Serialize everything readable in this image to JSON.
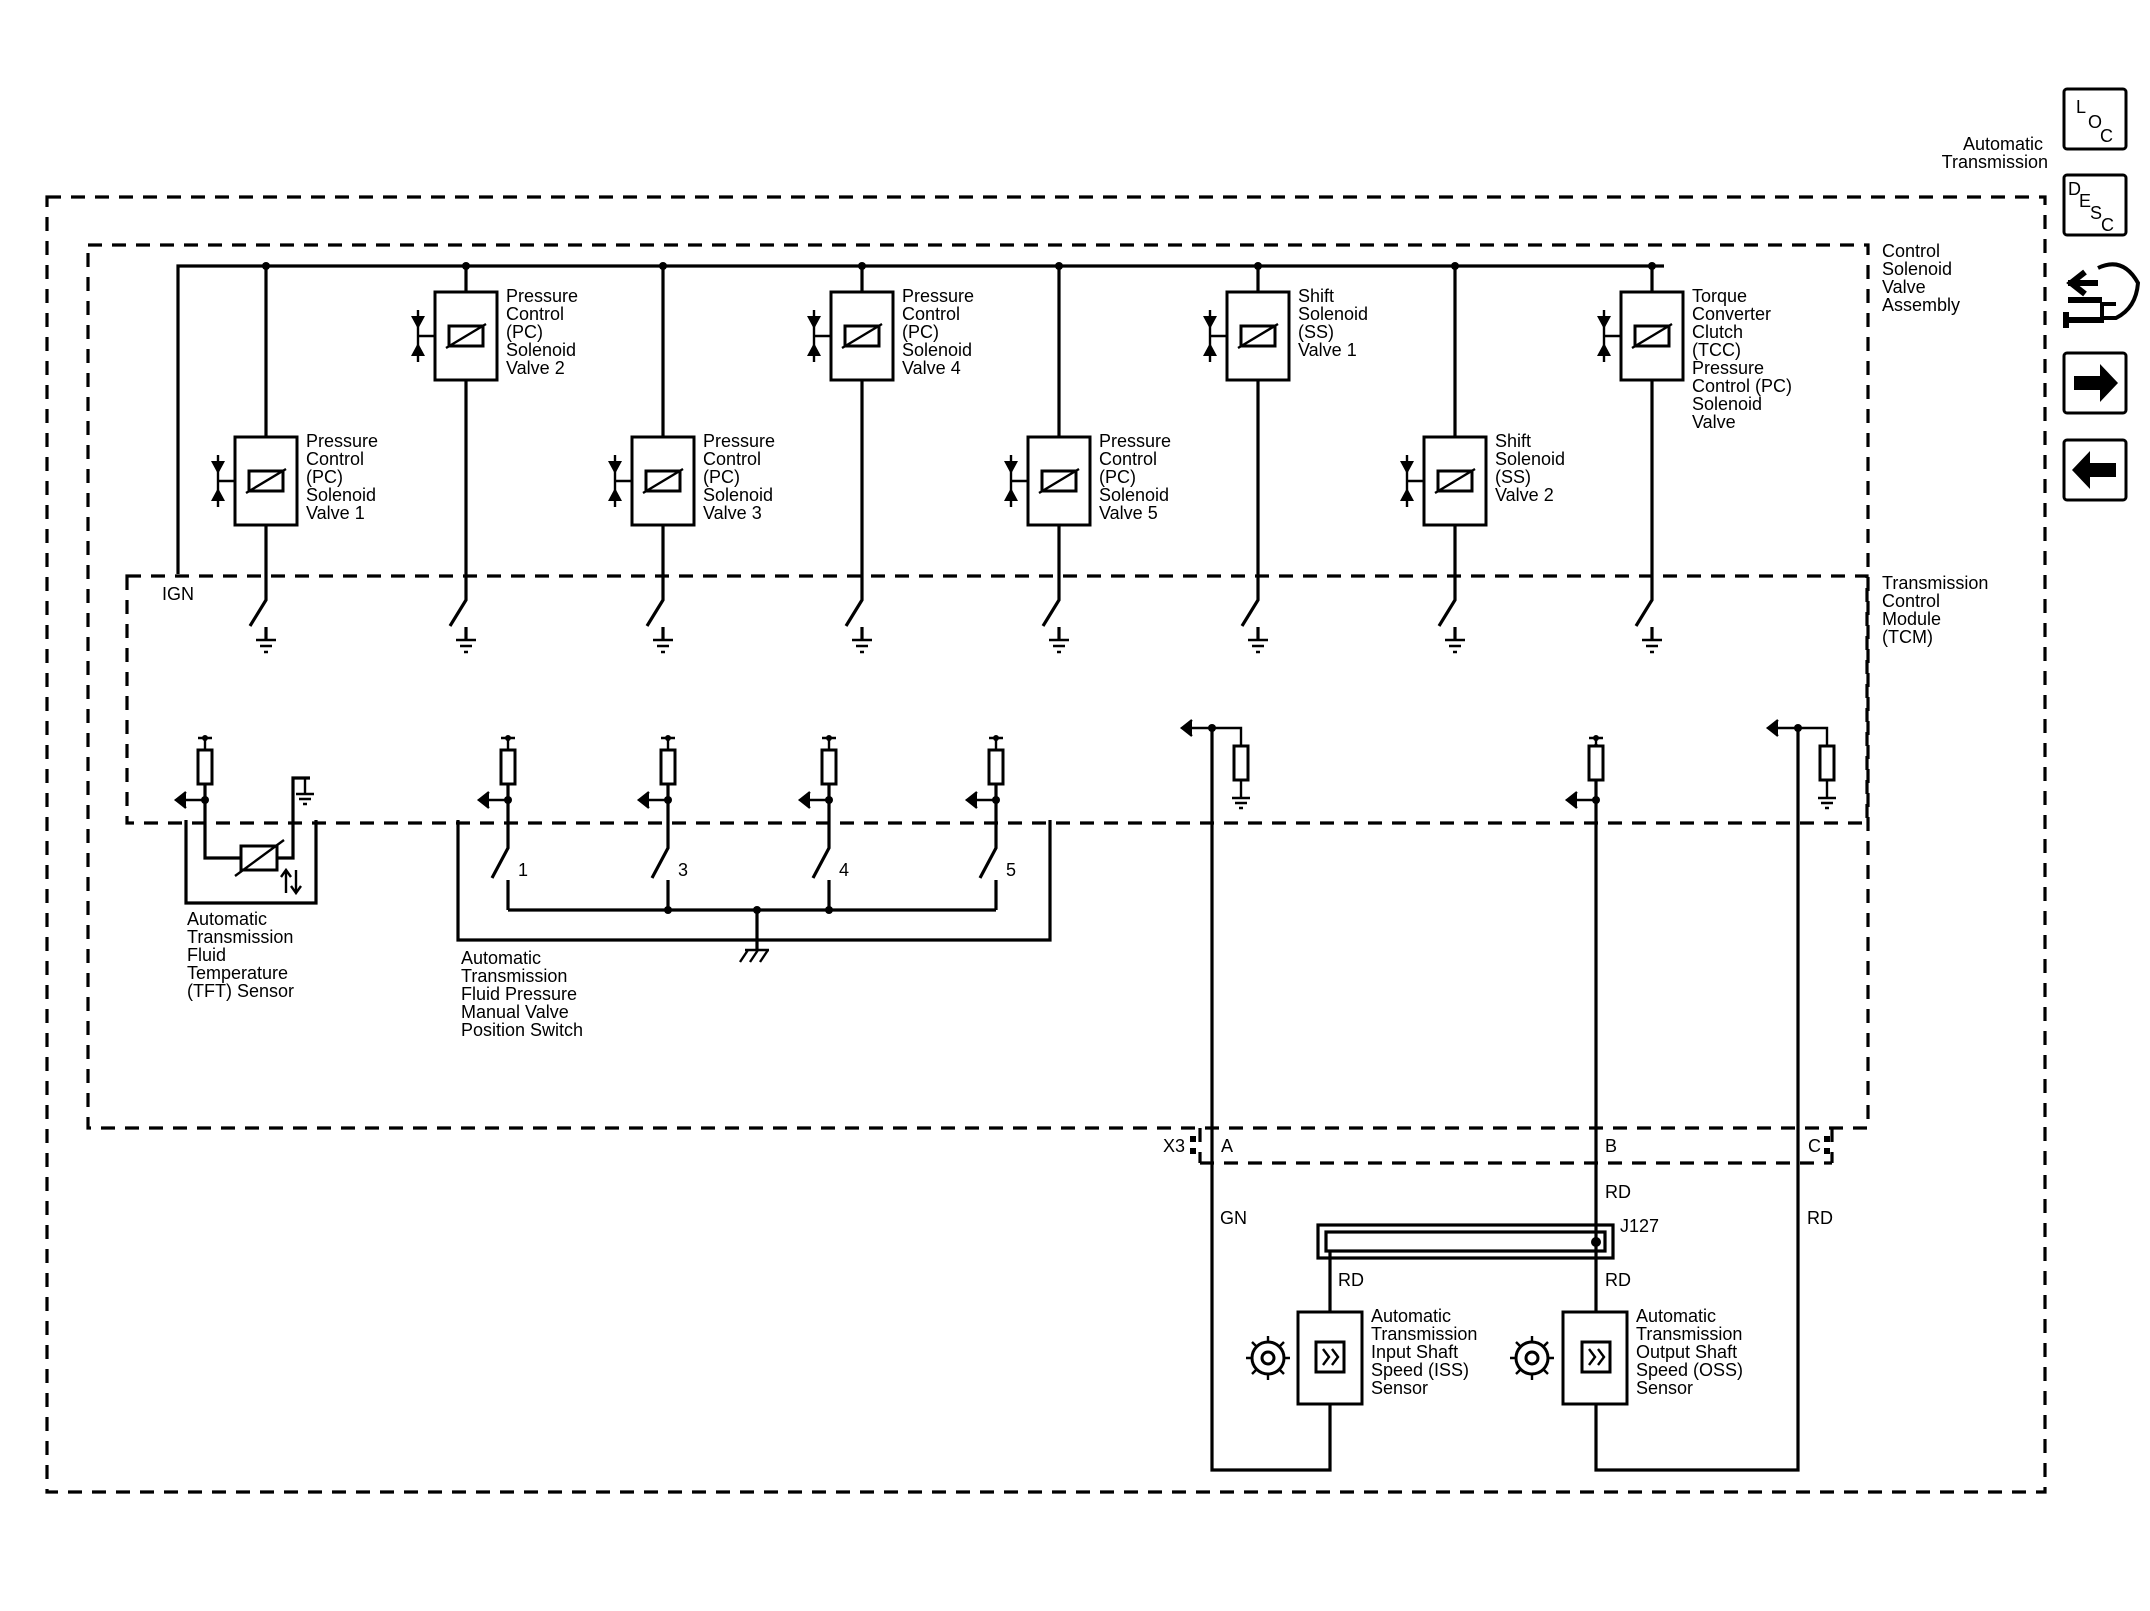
{
  "header": {
    "title_lines": [
      "Automatic",
      "Transmission"
    ]
  },
  "nav": {
    "loc": {
      "l1": "L",
      "l2": "O",
      "l3": "C"
    },
    "desc": {
      "l1": "D",
      "l2": "E",
      "l3": "S",
      "l4": "C"
    }
  },
  "icons": [
    "loc-icon",
    "desc-icon",
    "connector-icon",
    "next-arrow-icon",
    "back-arrow-icon"
  ],
  "assemblies": {
    "solenoid_assembly": [
      "Control",
      "Solenoid",
      "Valve",
      "Assembly"
    ],
    "tcm": [
      "Transmission",
      "Control",
      "Module",
      "(TCM)"
    ]
  },
  "power_label": "IGN",
  "solenoids": [
    {
      "lines": [
        "Pressure",
        "Control",
        "(PC)",
        "Solenoid",
        "Valve 1"
      ]
    },
    {
      "lines": [
        "Pressure",
        "Control",
        "(PC)",
        "Solenoid",
        "Valve 2"
      ]
    },
    {
      "lines": [
        "Pressure",
        "Control",
        "(PC)",
        "Solenoid",
        "Valve 3"
      ]
    },
    {
      "lines": [
        "Pressure",
        "Control",
        "(PC)",
        "Solenoid",
        "Valve 4"
      ]
    },
    {
      "lines": [
        "Pressure",
        "Control",
        "(PC)",
        "Solenoid",
        "Valve 5"
      ]
    },
    {
      "lines": [
        "Shift",
        "Solenoid",
        "(SS)",
        "Valve 1"
      ]
    },
    {
      "lines": [
        "Shift",
        "Solenoid",
        "(SS)",
        "Valve 2"
      ]
    },
    {
      "lines": [
        "Torque",
        "Converter",
        "Clutch",
        "(TCC)",
        "Pressure",
        "Control (PC)",
        "Solenoid",
        "Valve"
      ]
    }
  ],
  "tft_sensor": {
    "lines": [
      "Automatic",
      "Transmission",
      "Fluid",
      "Temperature",
      "(TFT) Sensor"
    ]
  },
  "pressure_switch": {
    "lines": [
      "Automatic",
      "Transmission",
      "Fluid Pressure",
      "Manual Valve",
      "Position Switch"
    ],
    "contacts": [
      "1",
      "3",
      "4",
      "5"
    ]
  },
  "connector": {
    "name": "X3",
    "pins": [
      "A",
      "B",
      "C"
    ]
  },
  "wires": {
    "gn": "GN",
    "rd_b": "RD",
    "rd_c": "RD",
    "rd_iss": "RD",
    "rd_oss": "RD"
  },
  "splice": "J127",
  "iss_sensor": {
    "lines": [
      "Automatic",
      "Transmission",
      "Input Shaft",
      "Speed (ISS)",
      "Sensor"
    ]
  },
  "oss_sensor": {
    "lines": [
      "Automatic",
      "Transmission",
      "Output Shaft",
      "Speed (OSS)",
      "Sensor"
    ]
  }
}
